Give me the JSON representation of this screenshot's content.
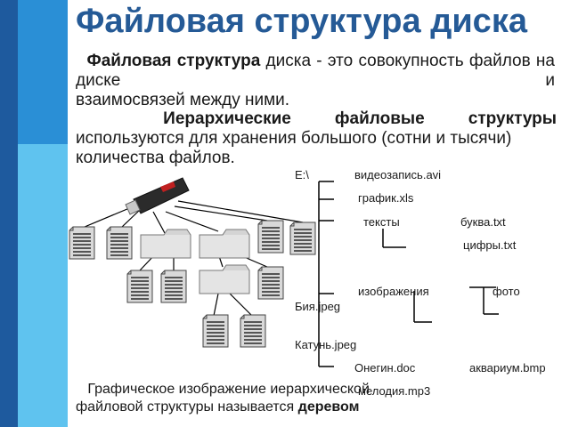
{
  "slide": {
    "title": "Файловая структура диска",
    "para1": {
      "bold": "Файловая структура",
      "rest_line1": " диска - это",
      "line2": "совокупность файлов на диске и",
      "line3": "взаимосвязей между ними."
    },
    "para2": {
      "bold": "Иерархические файловые структуры",
      "rest": "используются для хранения большого (сотни и тысячи) количества файлов."
    },
    "caption": {
      "text": "Графическое изображение иерархической файловой структуры называется ",
      "bold": "деревом"
    }
  },
  "tree": {
    "root": "E:\\",
    "items": [
      "видеозапись.avi",
      "график.xls",
      "тексты",
      "буква.txt",
      "цифры.txt",
      "изображения",
      "фото",
      "Бия.jpeg",
      "Катунь.jpeg",
      "Онегин.doc",
      "аквариум.bmp",
      "мелодия.mp3"
    ]
  },
  "colors": {
    "bar_dark": "#1e5a9e",
    "bar_mid": "#2a8fd6",
    "bar_light": "#5fc3ef",
    "title": "#255a96"
  },
  "icons": [
    "usb-drive-icon",
    "folder-icon",
    "file-icon"
  ]
}
